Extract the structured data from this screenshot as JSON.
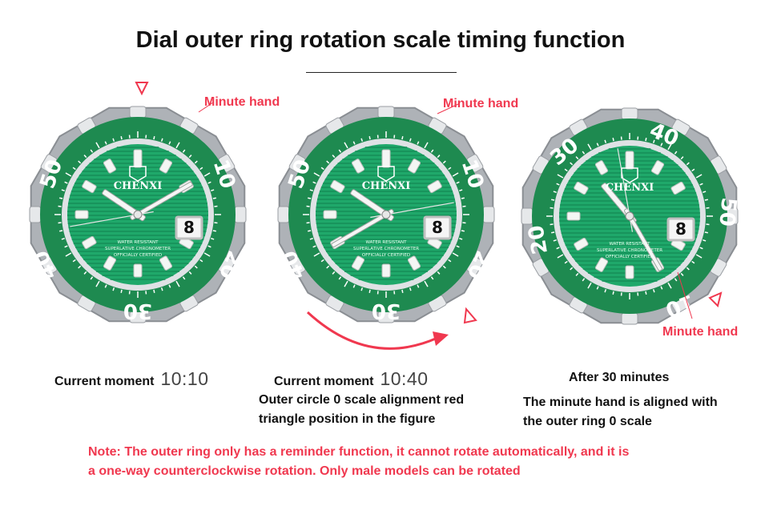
{
  "title": "Dial outer ring rotation scale timing function",
  "watches": [
    {
      "hand_label": "Minute hand",
      "caption": "Current moment",
      "time": "10:10",
      "description": [],
      "bezel_numbers": [
        "50",
        "10",
        "20",
        "30",
        "40"
      ],
      "date": "8",
      "brand": "CHENXI",
      "dial_text": [
        "WATER RESISTANT",
        "SUPERLATIVE CHRONOMETER",
        "OFFICIALLY CERTIFIED"
      ]
    },
    {
      "hand_label": "Minute hand",
      "caption": "Current moment",
      "time": "10:40",
      "description": [
        "Outer circle 0 scale alignment red",
        "triangle position in the figure"
      ],
      "bezel_numbers": [
        "50",
        "10",
        "20",
        "30",
        "40"
      ],
      "date": "8",
      "brand": "CHENXI",
      "dial_text": [
        "WATER RESISTANT",
        "SUPERLATIVE CHRONOMETER",
        "OFFICIALLY CERTIFIED"
      ]
    },
    {
      "hand_label": "Minute hand",
      "caption": "After 30 minutes",
      "time": "",
      "description": [
        "The minute hand is aligned with",
        "the outer ring 0 scale"
      ],
      "bezel_numbers": [
        "40",
        "50",
        "10",
        "20",
        "30"
      ],
      "date": "8",
      "brand": "CHENXI",
      "dial_text": [
        "WATER RESISTANT",
        "SUPERLATIVE CHRONOMETER",
        "OFFICIALLY CERTIFIED"
      ]
    }
  ],
  "note": [
    "Note: The outer ring only has a reminder function, it cannot rotate automatically, and it is",
    "a one-way counterclockwise rotation. Only male models can be rotated"
  ],
  "colors": {
    "accent": "#f0384f",
    "dial": "#1fa86a",
    "bezel": "#1e8a50",
    "steel": "#c9ccd0"
  },
  "icons": [
    "red-triangle-marker-icon",
    "rotation-arrow-icon"
  ]
}
